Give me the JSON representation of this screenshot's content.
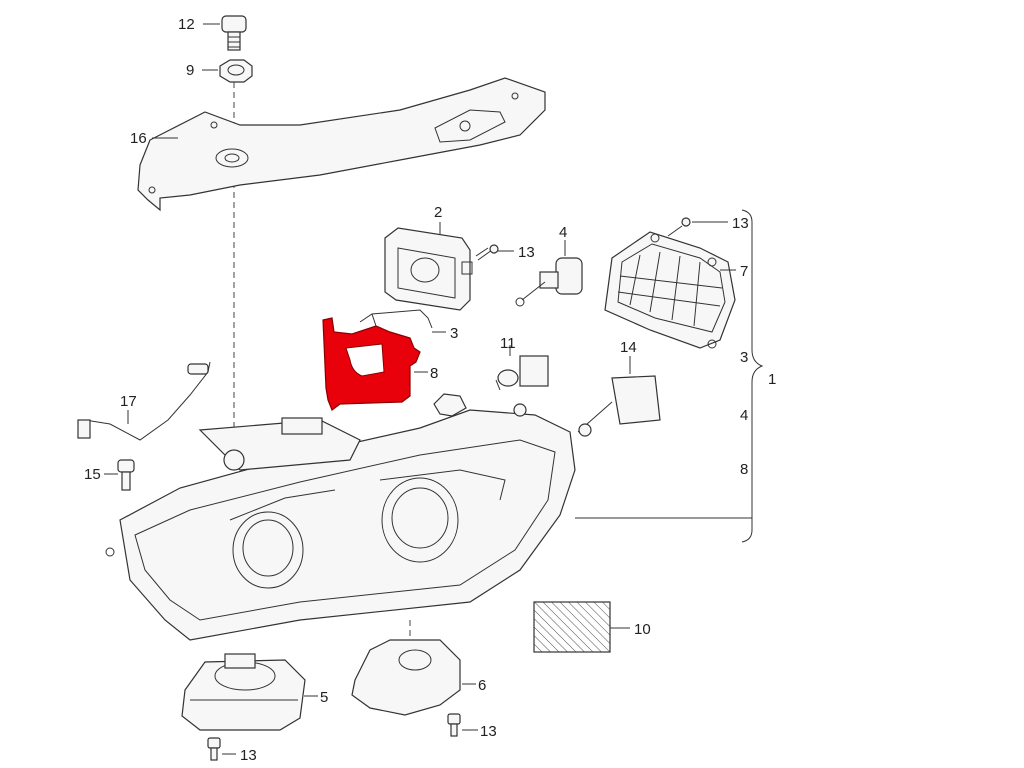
{
  "diagram": {
    "highlight_color": "#e8000b",
    "callouts": {
      "c12": "12",
      "c9": "9",
      "c16": "16",
      "c2": "2",
      "c13_a": "13",
      "c4": "4",
      "c13_b": "13",
      "c7": "7",
      "c3": "3",
      "c11": "11",
      "c8": "8",
      "c14": "14",
      "c17": "17",
      "c15": "15",
      "c10": "10",
      "c5": "5",
      "c6": "6",
      "c13_c": "13",
      "c13_d": "13"
    },
    "assembly_bracket": {
      "label": "1",
      "items": [
        "3",
        "4",
        "8"
      ]
    }
  }
}
